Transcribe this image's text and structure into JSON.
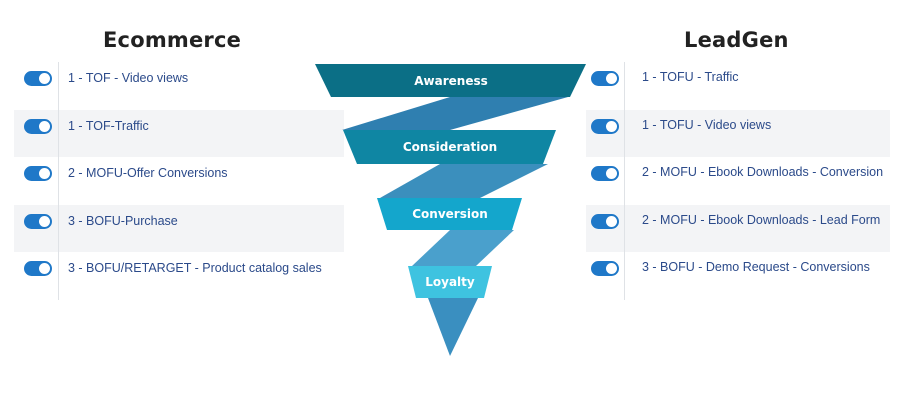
{
  "ecommerce": {
    "heading": "Ecommerce",
    "campaigns": [
      {
        "label": "1 - TOF - Video views",
        "enabled": true
      },
      {
        "label": "1 - TOF-Traffic",
        "enabled": true
      },
      {
        "label": "2 - MOFU-Offer Conversions",
        "enabled": true
      },
      {
        "label": "3 - BOFU-Purchase",
        "enabled": true
      },
      {
        "label": "3 - BOFU/RETARGET - Product catalog sales",
        "enabled": true
      }
    ]
  },
  "leadgen": {
    "heading": "LeadGen",
    "campaigns": [
      {
        "label": "1 - TOFU - Traffic",
        "enabled": true
      },
      {
        "label": "1 - TOFU - Video views",
        "enabled": true
      },
      {
        "label": "2 - MOFU - Ebook Downloads - Conversion",
        "enabled": true
      },
      {
        "label": "2 - MOFU - Ebook Downloads - Lead Form",
        "enabled": true
      },
      {
        "label": "3 - BOFU - Demo Request - Conversions",
        "enabled": true
      }
    ]
  },
  "funnel": {
    "stages": [
      "Awareness",
      "Consideration",
      "Conversion",
      "Loyalty"
    ]
  },
  "colors": {
    "toggle_on": "#1f78c8",
    "label_text": "#2b4a8a",
    "stage_1": "#0b6f86",
    "stage_2": "#0f86a3",
    "stage_3": "#14a6cc",
    "stage_4": "#3ec3e0",
    "ribbon": "#3b8fbd"
  }
}
